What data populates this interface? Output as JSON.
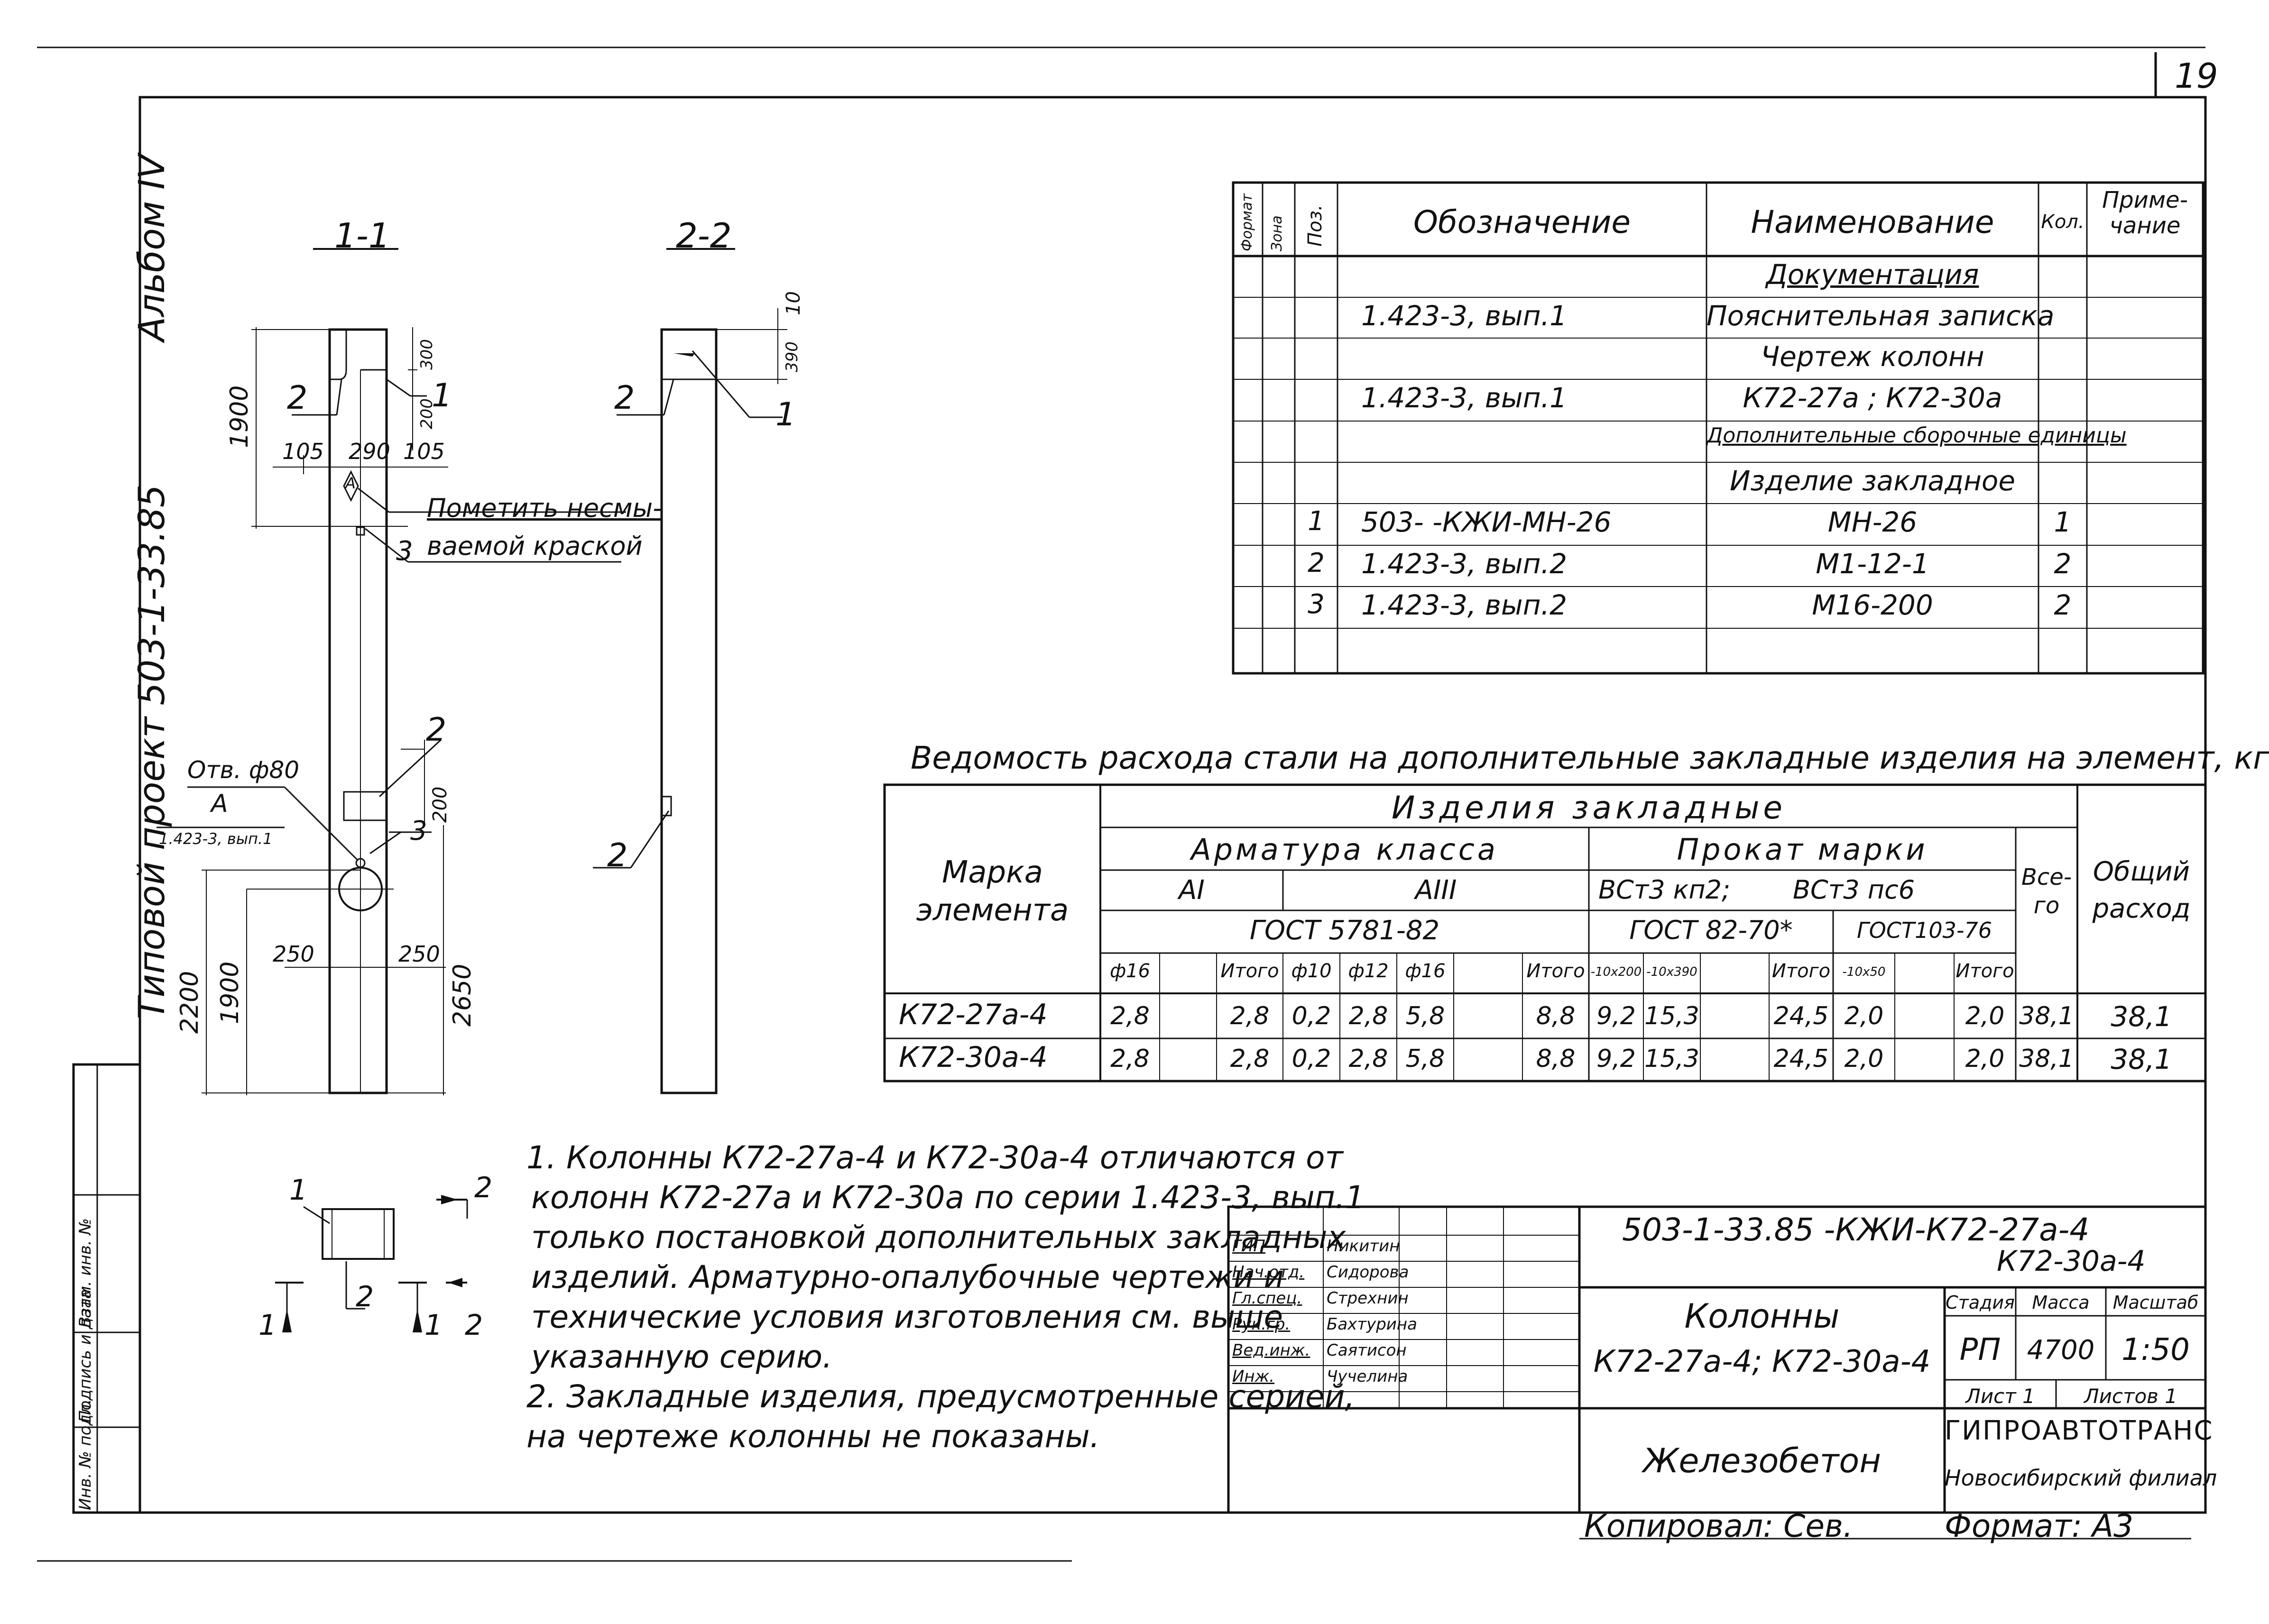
{
  "page": {
    "sheet_number": "19",
    "album_label": "Альбом IV",
    "project_label": "Типовой проект 503-1-33.85",
    "copied_by": "Копировал: Сев.",
    "format": "Формат: А3"
  },
  "side_stamp": [
    "Инв. № подл.",
    "Подпись и дата",
    "Взам. инв. №"
  ],
  "drawing": {
    "section_1": "1-1",
    "section_2": "2-2",
    "dims": {
      "d1900": "1900",
      "d105a": "105",
      "d290": "290",
      "d105b": "105",
      "d300": "300",
      "d200a": "200",
      "d10": "10",
      "d390": "390",
      "d200b": "200",
      "d2200": "2200",
      "d1900b": "1900",
      "d250a": "250",
      "d250b": "250",
      "d2650": "2650"
    },
    "callouts": {
      "c2a": "2",
      "c1a": "1",
      "c2b": "2",
      "c1b": "1",
      "c2c": "2",
      "c3a": "3",
      "c3b": "3",
      "c2d": "2",
      "tagA": "А"
    },
    "mark_note_line1": "Пометить несмы-",
    "mark_note_line2": "ваемой краской",
    "hole_label": "Отв. ф80",
    "hole_ref_A": "А",
    "hole_ref_series": "1.423-3, вып.1",
    "plan_labels": {
      "p1": "1",
      "p2": "2",
      "p1b": "1",
      "p2b": "2",
      "p1c": "1",
      "p2c": "2"
    }
  },
  "spec_table": {
    "headers": {
      "format": "Формат",
      "zone": "Зона",
      "pos": "Поз.",
      "designation": "Обозначение",
      "name": "Наименование",
      "qty": "Кол.",
      "note": "Приме-чание"
    },
    "rows": [
      {
        "pos": "",
        "designation": "",
        "name": "Документация",
        "qty": "",
        "underline": true
      },
      {
        "pos": "",
        "designation": "1.423-3, вып.1",
        "name": "Пояснительная записка",
        "qty": ""
      },
      {
        "pos": "",
        "designation": "",
        "name": "Чертеж колонн",
        "qty": ""
      },
      {
        "pos": "",
        "designation": "1.423-3, вып.1",
        "name": "К72-27а ; К72-30а",
        "qty": ""
      },
      {
        "pos": "",
        "designation": "",
        "name": "Дополнительные сборочные единицы",
        "qty": "",
        "underline": true
      },
      {
        "pos": "",
        "designation": "",
        "name": "Изделие закладное",
        "qty": ""
      },
      {
        "pos": "1",
        "designation": "503-   -КЖИ-МН-26",
        "name": "МН-26",
        "qty": "1"
      },
      {
        "pos": "2",
        "designation": "1.423-3, вып.2",
        "name": "М1-12-1",
        "qty": "2"
      },
      {
        "pos": "3",
        "designation": "1.423-3, вып.2",
        "name": "М16-200",
        "qty": "2"
      },
      {
        "pos": "",
        "designation": "",
        "name": "",
        "qty": ""
      }
    ]
  },
  "steel_table": {
    "title": "Ведомость расхода стали на дополнительные закладные изделия на элемент, кг",
    "h_mark": "Марка элемента",
    "h_items": "Изделия закладные",
    "h_rebar": "Арматура класса",
    "h_rolled": "Прокат марки",
    "h_AI": "АI",
    "h_AIII": "АIII",
    "h_gost5781": "ГОСТ 5781-82",
    "h_vst_kp2": "ВСт3 кп2;",
    "h_vst_ps6": "ВСт3 пс6",
    "h_gost82": "ГОСТ 82-70*",
    "h_gost103": "ГОСТ103-76",
    "h_total": "Все-го",
    "h_overall": "Общий расход",
    "sub": [
      "ф16",
      "",
      "Итого",
      "ф10",
      "ф12",
      "ф16",
      "",
      "Итого",
      "-10х200",
      "-10х390",
      "",
      "Итого",
      "-10х50",
      "",
      "Итого"
    ],
    "rows": [
      {
        "mark": "К72-27а-4",
        "v": [
          "2,8",
          "",
          "2,8",
          "0,2",
          "2,8",
          "5,8",
          "",
          "8,8",
          "9,2",
          "15,3",
          "",
          "24,5",
          "2,0",
          "",
          "2,0"
        ],
        "total": "38,1",
        "overall": "38,1"
      },
      {
        "mark": "К72-30а-4",
        "v": [
          "2,8",
          "",
          "2,8",
          "0,2",
          "2,8",
          "5,8",
          "",
          "8,8",
          "9,2",
          "15,3",
          "",
          "24,5",
          "2,0",
          "",
          "2,0"
        ],
        "total": "38,1",
        "overall": "38,1"
      }
    ]
  },
  "notes": [
    "1. Колонны К72-27а-4 и К72-30а-4 отличаются от",
    "колонн К72-27а и К72-30а по серии 1.423-3, вып.1",
    "только постановкой дополнительных закладных",
    "изделий. Арматурно-опалубочные чертежи и",
    "технические условия изготовления см. выше",
    "указанную серию.",
    "2. Закладные изделия, предусмотренные серией,",
    "на чертеже колонны не показаны."
  ],
  "title_block": {
    "code_line1": "503-1-33.85   -КЖИ-К72-27а-4",
    "code_line2": "К72-30а-4",
    "object_name_1": "Колонны",
    "object_name_2": "К72-27а-4; К72-30а-4",
    "material": "Железобетон",
    "h_stage": "Стадия",
    "h_mass": "Масса",
    "h_scale": "Масштаб",
    "stage": "РП",
    "mass": "4700",
    "scale": "1:50",
    "sheet": "Лист 1",
    "sheets": "Листов 1",
    "org_1": "ГИПРОАВТОТРАНС",
    "org_2": "Новосибирский филиал",
    "people": [
      {
        "role": "ГИП",
        "name": "Никитин"
      },
      {
        "role": "Нач.отд.",
        "name": "Сидорова"
      },
      {
        "role": "Гл.спец.",
        "name": "Стрехнин"
      },
      {
        "role": "Рук.гр.",
        "name": "Бахтурина"
      },
      {
        "role": "Вед.инж.",
        "name": "Саятисон"
      },
      {
        "role": "Инж.",
        "name": "Чучелина"
      }
    ]
  }
}
